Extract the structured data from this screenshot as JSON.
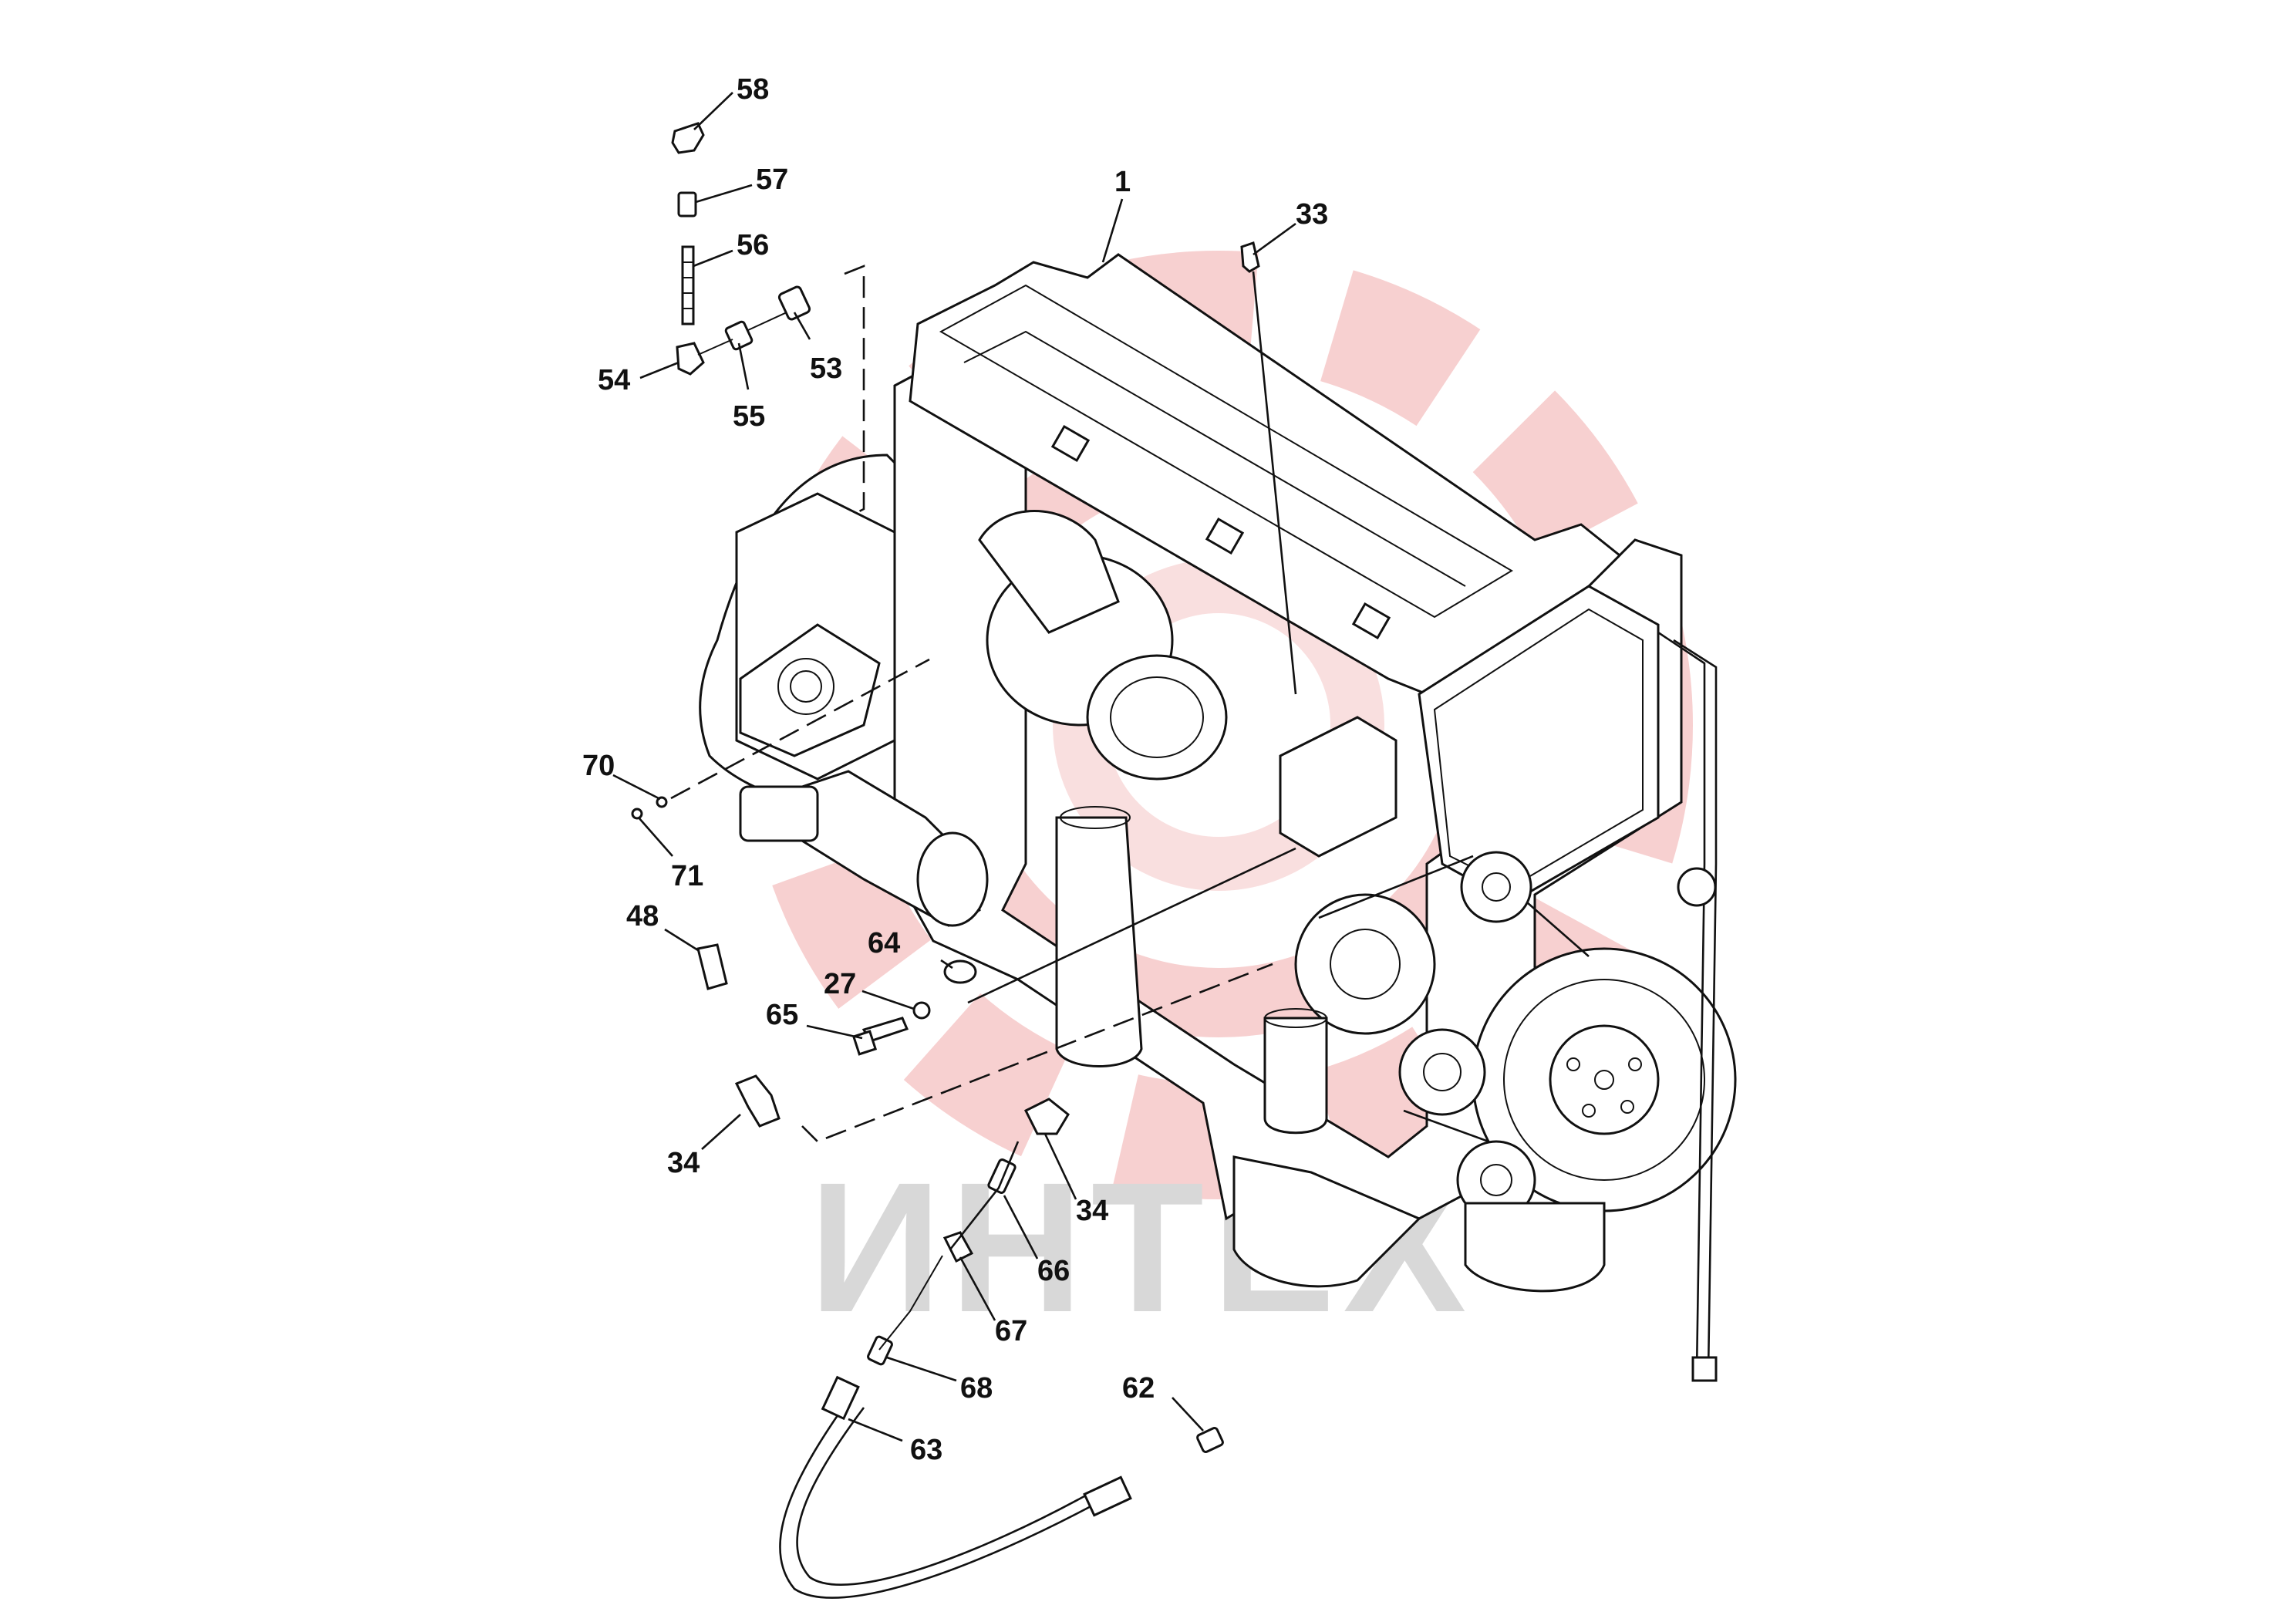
{
  "watermark": {
    "text": "ИНТЕХ",
    "text_color": "#d8d8d8",
    "gear_color": "#f6c8c8"
  },
  "callouts": [
    {
      "id": "c58",
      "label": "58"
    },
    {
      "id": "c57",
      "label": "57"
    },
    {
      "id": "c56",
      "label": "56"
    },
    {
      "id": "c53",
      "label": "53"
    },
    {
      "id": "c54",
      "label": "54"
    },
    {
      "id": "c55",
      "label": "55"
    },
    {
      "id": "c1",
      "label": "1"
    },
    {
      "id": "c33",
      "label": "33"
    },
    {
      "id": "c70",
      "label": "70"
    },
    {
      "id": "c71",
      "label": "71"
    },
    {
      "id": "c48",
      "label": "48"
    },
    {
      "id": "c64",
      "label": "64"
    },
    {
      "id": "c27",
      "label": "27"
    },
    {
      "id": "c65",
      "label": "65"
    },
    {
      "id": "c34a",
      "label": "34"
    },
    {
      "id": "c34b",
      "label": "34"
    },
    {
      "id": "c66",
      "label": "66"
    },
    {
      "id": "c67",
      "label": "67"
    },
    {
      "id": "c68",
      "label": "68"
    },
    {
      "id": "c62",
      "label": "62"
    },
    {
      "id": "c63",
      "label": "63"
    }
  ]
}
